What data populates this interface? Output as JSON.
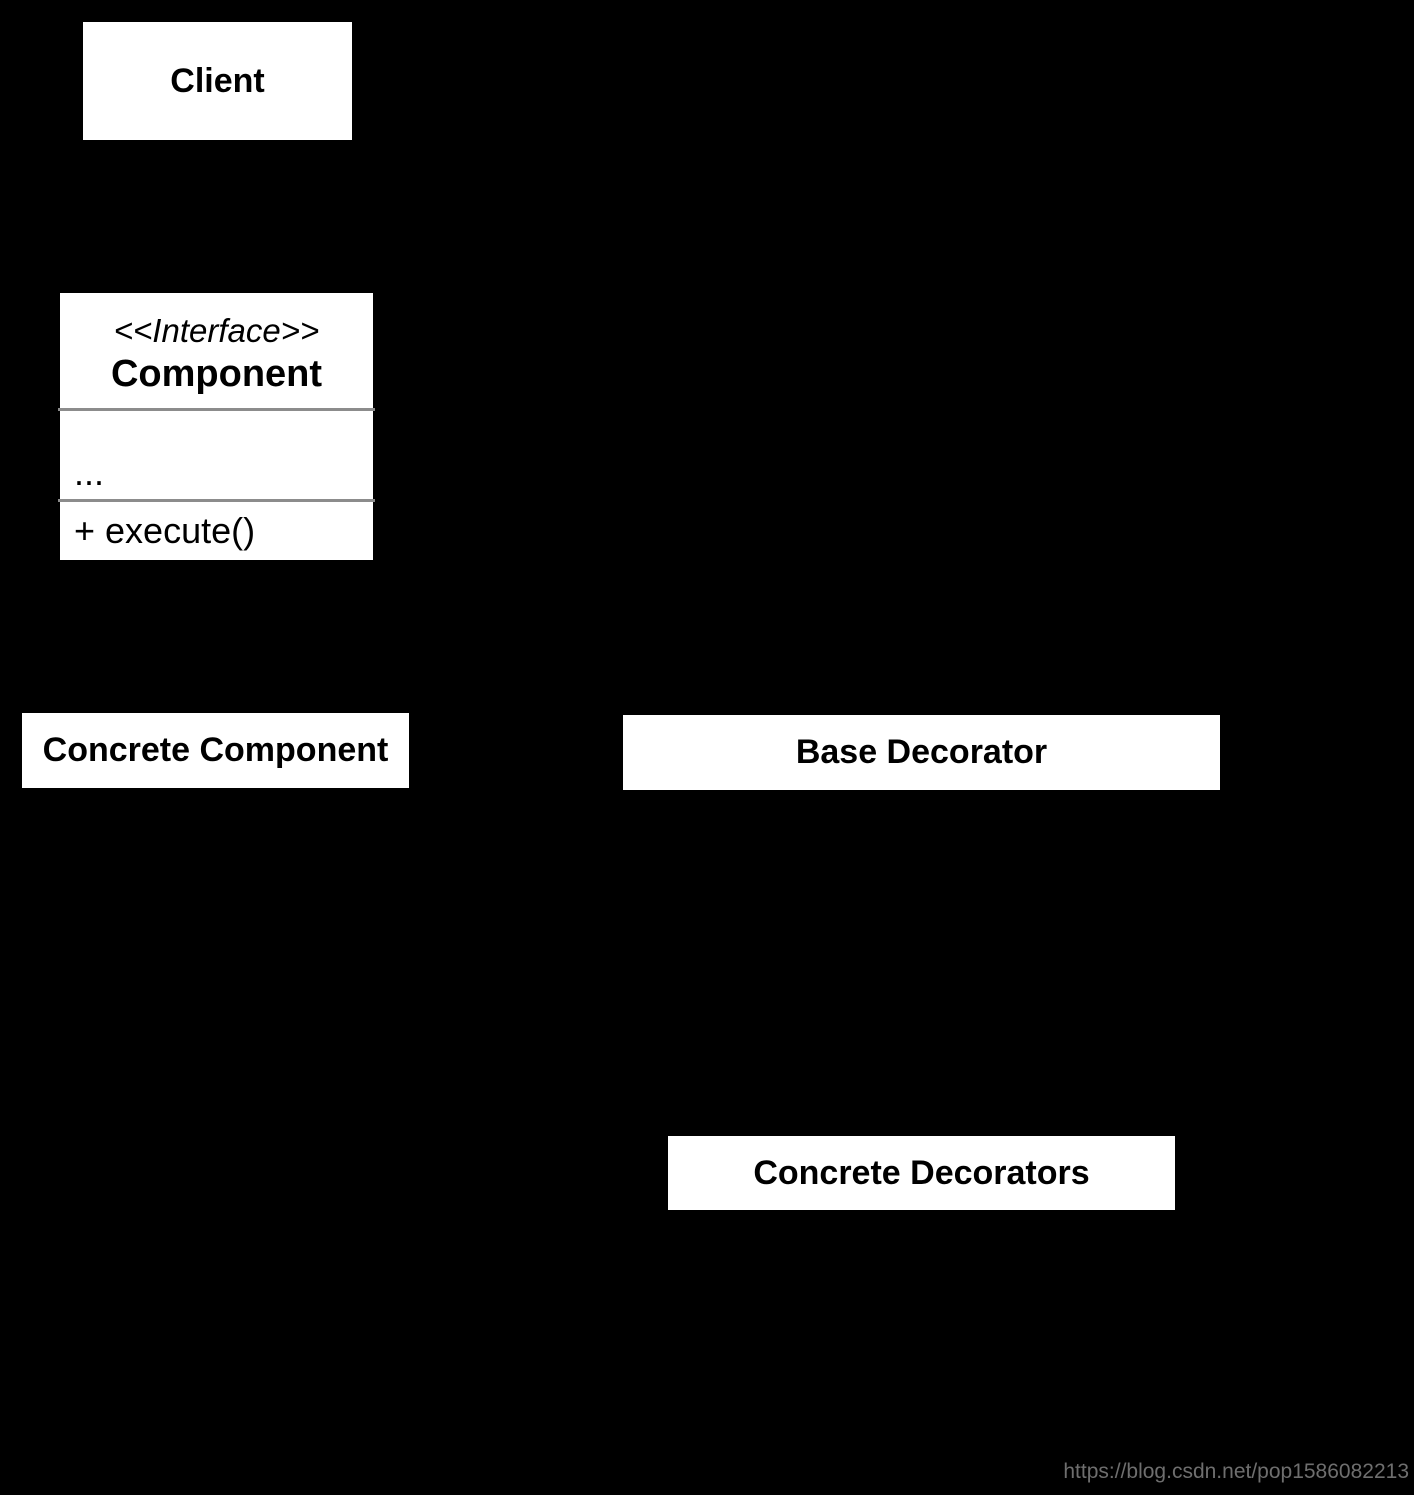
{
  "diagram": {
    "kind": "uml-class-diagram",
    "pattern": "Decorator",
    "background_color": "#000000",
    "box_fill_color": "#ffffff",
    "box_text_color": "#000000",
    "separator_color": "#8c8c8c",
    "watermark_color": "#6e6e6e",
    "nodes": {
      "client": {
        "label": "Client"
      },
      "component_interface": {
        "stereotype": "<<Interface>>",
        "name": "Component",
        "attributes": "...",
        "methods": "+ execute()"
      },
      "concrete_component": {
        "label": "Concrete Component"
      },
      "base_decorator": {
        "label": "Base Decorator"
      },
      "concrete_decorators": {
        "label": "Concrete Decorators"
      }
    },
    "watermark": "https://blog.csdn.net/pop1586082213"
  }
}
